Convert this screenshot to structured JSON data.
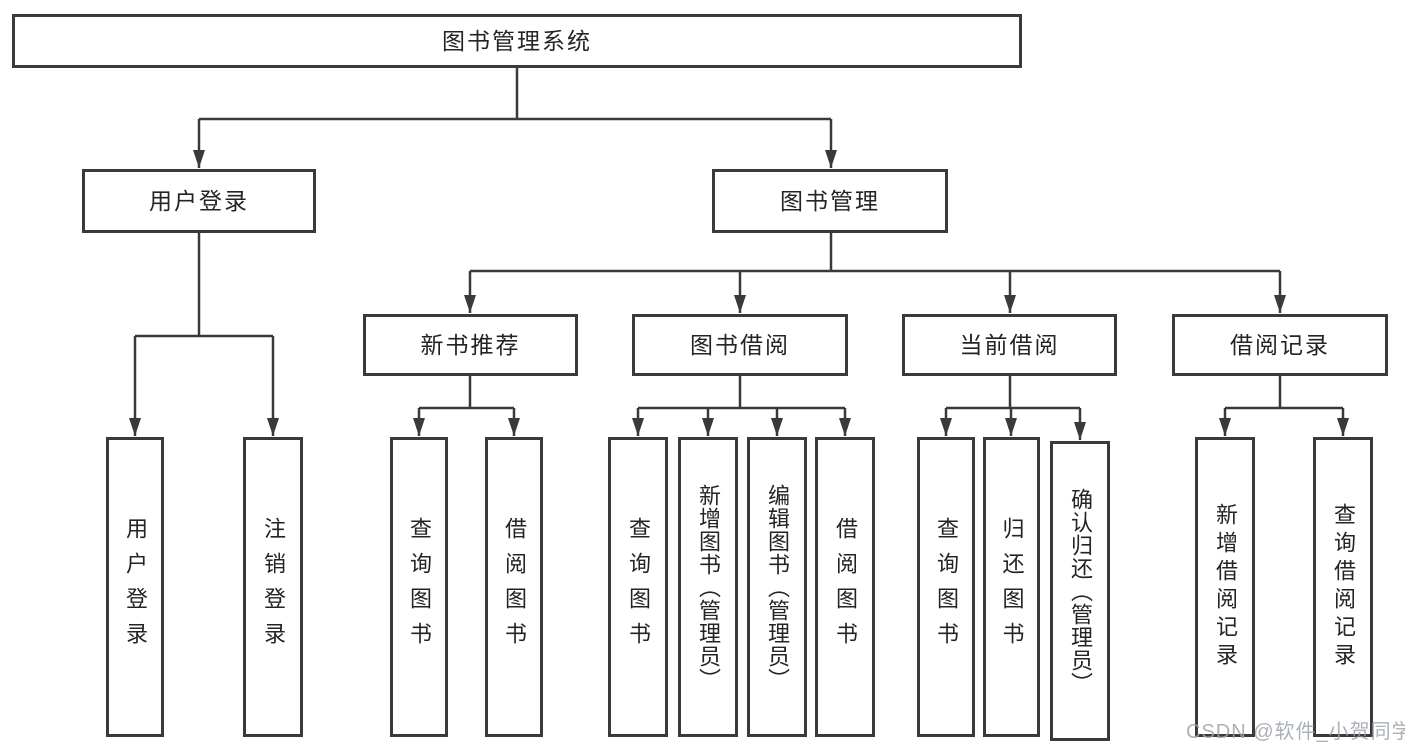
{
  "colors": {
    "line": "#3a3a3a",
    "box_border": "#3a3a3a",
    "box_fill": "#ffffff",
    "text": "#242424",
    "watermark": "#9ea3aa"
  },
  "watermark": {
    "text": "CSDN @软件_小贺同学"
  },
  "tree": {
    "root": {
      "label": "图书管理系统"
    },
    "branches": [
      {
        "label": "用户登录",
        "children": [
          {
            "label": "用户登录"
          },
          {
            "label": "注销登录"
          }
        ]
      },
      {
        "label": "图书管理",
        "children": [
          {
            "label": "新书推荐",
            "children": [
              {
                "label": "查询图书"
              },
              {
                "label": "借阅图书"
              }
            ]
          },
          {
            "label": "图书借阅",
            "children": [
              {
                "label": "查询图书"
              },
              {
                "label": "新增图书（管理员）"
              },
              {
                "label": "编辑图书（管理员）"
              },
              {
                "label": "借阅图书"
              }
            ]
          },
          {
            "label": "当前借阅",
            "children": [
              {
                "label": "查询图书"
              },
              {
                "label": "归还图书"
              },
              {
                "label": "确认归还（管理员）"
              }
            ]
          },
          {
            "label": "借阅记录",
            "children": [
              {
                "label": "新增借阅记录"
              },
              {
                "label": "查询借阅记录"
              }
            ]
          }
        ]
      }
    ]
  }
}
